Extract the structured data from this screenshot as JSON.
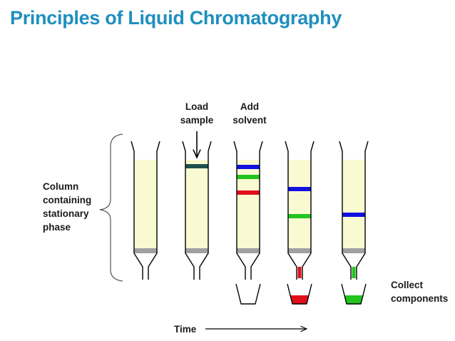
{
  "title": "Principles of Liquid Chromatography",
  "labels": {
    "column_line1": "Column",
    "column_line2": "containing",
    "column_line3": "stationary",
    "column_line4": "phase",
    "load_line1": "Load",
    "load_line2": "sample",
    "add_line1": "Add",
    "add_line2": "solvent",
    "collect_line1": "Collect",
    "collect_line2": "components",
    "time": "Time"
  },
  "colors": {
    "title": "#1f8fbf",
    "stationary_phase": "#fafad2",
    "frit": "#a0a0a0",
    "sample_band": "#1f4f4f",
    "blue_band": "#1010e0",
    "green_band": "#22c41e",
    "red_band": "#e0101a"
  },
  "columns": [
    {
      "stage": 1,
      "bands": [],
      "drip": null,
      "beaker": null
    },
    {
      "stage": 2,
      "bands": [
        "sample_band"
      ],
      "drip": null,
      "beaker": null
    },
    {
      "stage": 3,
      "bands": [
        "blue_band",
        "green_band",
        "red_band"
      ],
      "drip": null,
      "beaker": "empty"
    },
    {
      "stage": 4,
      "bands": [
        "blue_band",
        "green_band"
      ],
      "drip": "red_band",
      "beaker": "red_band"
    },
    {
      "stage": 5,
      "bands": [
        "blue_band"
      ],
      "drip": "green_band",
      "beaker": "green_band"
    }
  ]
}
